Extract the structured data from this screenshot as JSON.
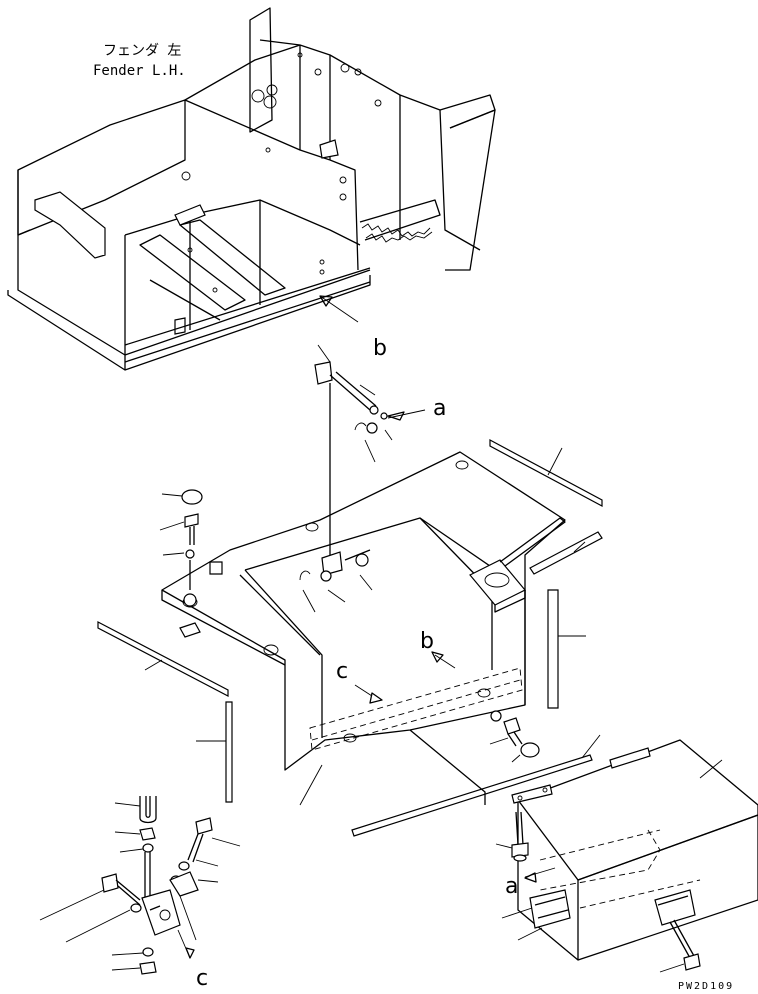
{
  "title_jp": "フェンダ 左",
  "title_en": "Fender L.H.",
  "callouts": {
    "a1": "a",
    "a2": "a",
    "b1": "b",
    "b2": "b",
    "c1": "c",
    "c2": "c"
  },
  "drawing_code": "PW2D109"
}
